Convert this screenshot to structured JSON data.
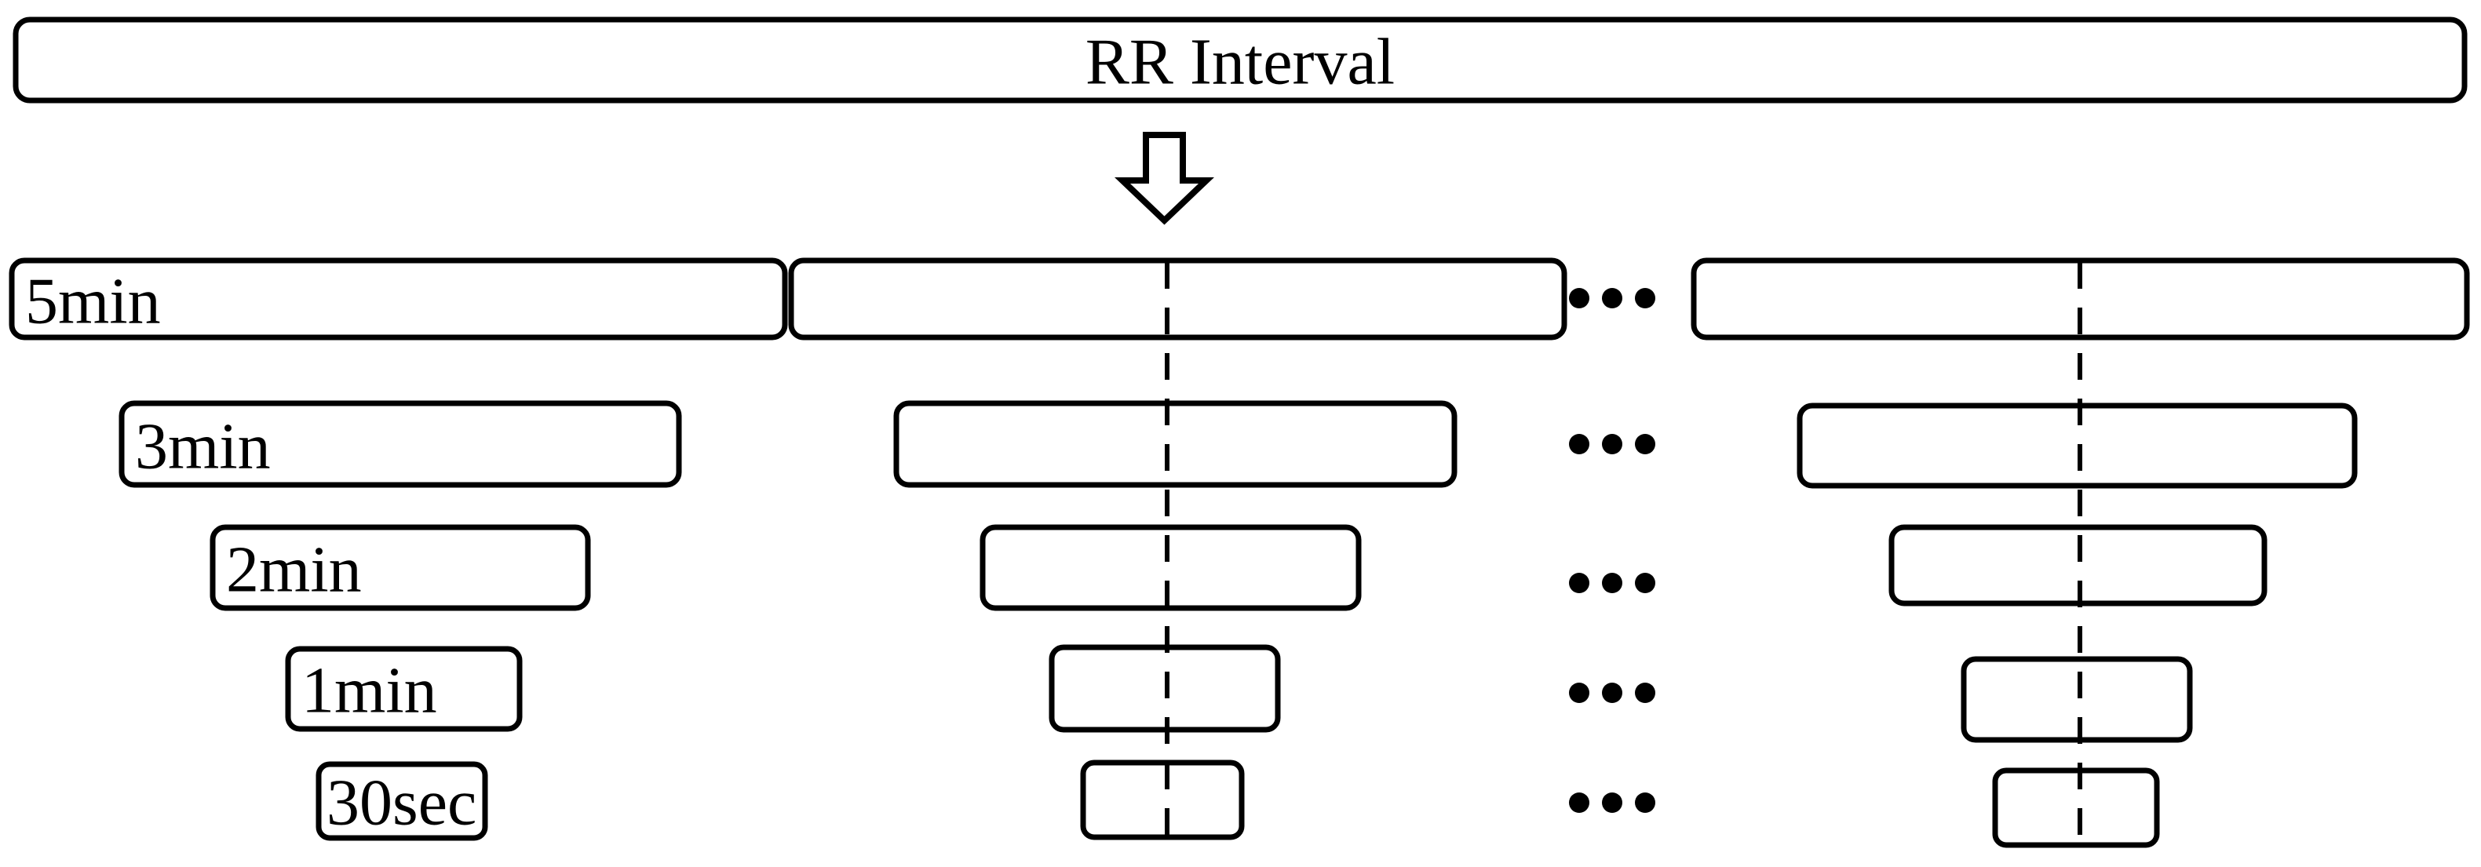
{
  "figure": {
    "title": "RR Interval",
    "arrow": "down-arrow",
    "ellipsis": "•••",
    "rows": [
      {
        "label": "5min"
      },
      {
        "label": "3min"
      },
      {
        "label": "2min"
      },
      {
        "label": "1min"
      },
      {
        "label": "30sec"
      }
    ],
    "colors": {
      "stroke": "#000000",
      "fill": "#ffffff"
    }
  }
}
